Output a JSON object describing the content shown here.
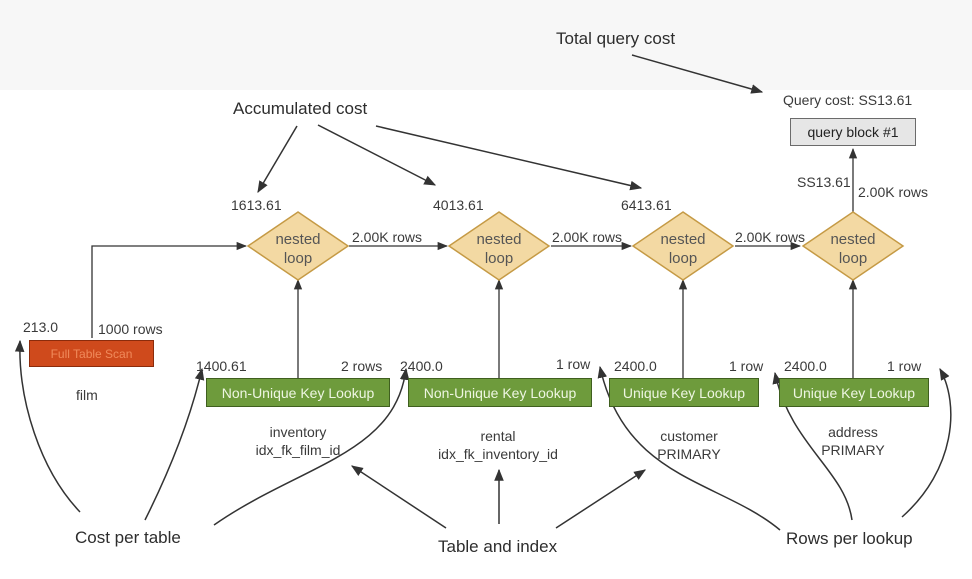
{
  "annotations": {
    "total_query_cost": "Total query cost",
    "accumulated_cost": "Accumulated cost",
    "cost_per_table": "Cost per table",
    "table_and_index": "Table and index",
    "rows_per_lookup": "Rows  per lookup"
  },
  "query": {
    "cost_label": "Query cost:  SS13.61",
    "block": "query  block #1",
    "top_cost": "SS13.61",
    "top_rows": "2.00K rows"
  },
  "nested_loops": [
    {
      "label": "nested loop",
      "cost": "1613.61",
      "rows_out": "2.00K rows"
    },
    {
      "label": "nested loop",
      "cost": "4013.61",
      "rows_out": "2.00K rows"
    },
    {
      "label": "nested loop",
      "cost": "6413.61",
      "rows_out": "2.00K rows"
    },
    {
      "label": "nested loop"
    }
  ],
  "full_scan": {
    "label": "Full Table Scan",
    "cost": "213.0",
    "rows": "1000 rows",
    "table": "film"
  },
  "lookups": [
    {
      "label": "Non-Unique Key Lookup",
      "cost": "1400.61",
      "rows": "2 rows",
      "table": "inventory",
      "index": "idx_fk_film_id"
    },
    {
      "label": "Non-Unique Key Lookup",
      "cost": "2400.0",
      "rows": "1 row",
      "table": "rental",
      "index": "idx_fk_inventory_id"
    },
    {
      "label": "Unique Key Lookup",
      "cost": "2400.0",
      "rows": "1 row",
      "table": "customer",
      "index": "PRIMARY"
    },
    {
      "label": "Unique Key Lookup",
      "cost": "2400.0",
      "rows": "1 row",
      "table": "address",
      "index": "PRIMARY"
    }
  ],
  "colors": {
    "lookup_fill": "#6e9b3c",
    "scan_fill": "#cf4a1c",
    "loop_fill": "#f3d9a3",
    "loop_stroke": "#c59a45",
    "block_fill": "#e6e6e6"
  }
}
